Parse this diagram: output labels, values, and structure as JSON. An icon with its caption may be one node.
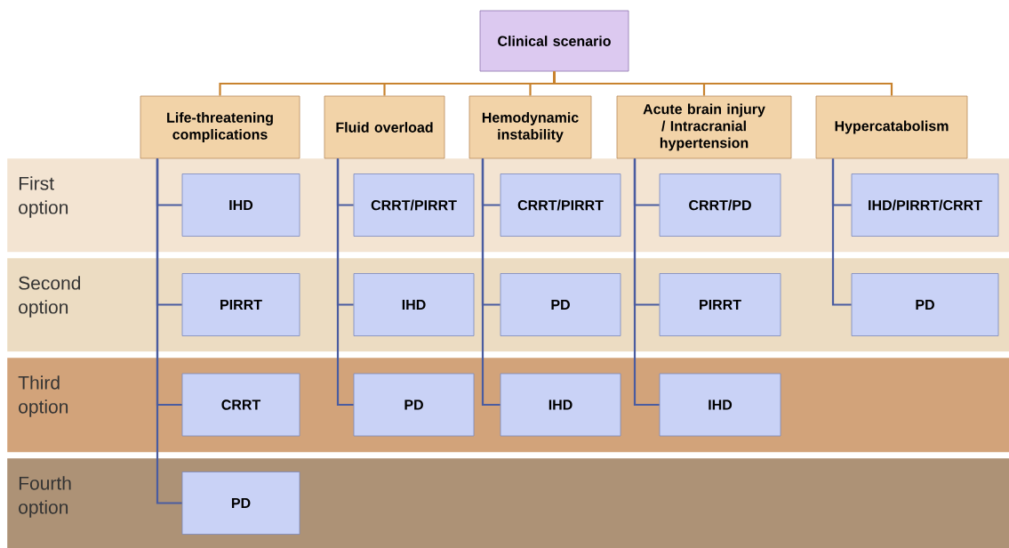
{
  "diagram": {
    "nodes": [
      {
        "text": [
          "Clinical scenario"
        ]
      },
      {
        "text": [
          "Life-threatening complications"
        ]
      },
      {
        "text": [
          "Fluid overload"
        ]
      },
      {
        "text": [
          "Hemodynamic instability"
        ]
      },
      {
        "text": [
          "Acute brain injury / Intracranial hypertension"
        ]
      },
      {
        "text": [
          "Hypercatabolism"
        ]
      },
      {
        "text": [
          "First option"
        ]
      },
      {
        "text": [
          "IHD"
        ],
        "in": 6
      },
      {
        "text": [
          "CRRT/PIRRT"
        ],
        "in": 6
      },
      {
        "text": [
          "CRRT/PIRRT"
        ],
        "in": 6
      },
      {
        "text": [
          "CRRT/PD"
        ],
        "in": 6
      },
      {
        "text": [
          "IHD/PIRRT/CRRT"
        ],
        "in": 6
      },
      {
        "text": [
          "Second option"
        ]
      },
      {
        "text": [
          "PIRRT"
        ],
        "in": 12
      },
      {
        "text": [
          "IHD"
        ],
        "in": 12
      },
      {
        "text": [
          "PD"
        ],
        "in": 12
      },
      {
        "text": [
          "PIRRT"
        ],
        "in": 12
      },
      {
        "text": [
          "PD"
        ],
        "in": 12
      },
      {
        "text": [
          "Third option"
        ]
      },
      {
        "text": [
          "CRRT"
        ],
        "in": 18
      },
      {
        "text": [
          "PD"
        ],
        "in": 18
      },
      {
        "text": [
          "IHD"
        ],
        "in": 18
      },
      {
        "text": [
          "IHD"
        ],
        "in": 18
      },
      {
        "text": [
          "Fourth option"
        ]
      },
      {
        "text": [
          "PD"
        ],
        "in": 23
      }
    ],
    "edges": [
      {
        "from": 0,
        "to": 1,
        "arrow": "none",
        "color": "#c8832f"
      },
      {
        "from": 0,
        "to": 2,
        "arrow": "none",
        "color": "#c8832f"
      },
      {
        "from": 0,
        "to": 3,
        "arrow": "none",
        "color": "#c8832f"
      },
      {
        "from": 0,
        "to": 4,
        "arrow": "none",
        "color": "#c8832f"
      },
      {
        "from": 0,
        "to": 5,
        "arrow": "none",
        "color": "#c8832f"
      },
      {
        "from": 1,
        "to": 7,
        "arrow": "none",
        "color": "#4a5ca0"
      },
      {
        "from": 1,
        "to": 13,
        "arrow": "none",
        "color": "#4a5ca0"
      },
      {
        "from": 1,
        "to": 19,
        "arrow": "none",
        "color": "#4a5ca0"
      },
      {
        "from": 1,
        "to": 24,
        "arrow": "none",
        "color": "#4a5ca0"
      },
      {
        "from": 2,
        "to": 8,
        "arrow": "none",
        "color": "#4a5ca0"
      },
      {
        "from": 2,
        "to": 14,
        "arrow": "none",
        "color": "#4a5ca0"
      },
      {
        "from": 2,
        "to": 20,
        "arrow": "none",
        "color": "#4a5ca0"
      },
      {
        "from": 3,
        "to": 9,
        "arrow": "none",
        "color": "#4a5ca0"
      },
      {
        "from": 3,
        "to": 15,
        "arrow": "none",
        "color": "#4a5ca0"
      },
      {
        "from": 3,
        "to": 21,
        "arrow": "none",
        "color": "#4a5ca0"
      },
      {
        "from": 4,
        "to": 10,
        "arrow": "none",
        "color": "#4a5ca0"
      },
      {
        "from": 4,
        "to": 16,
        "arrow": "none",
        "color": "#4a5ca0"
      },
      {
        "from": 4,
        "to": 22,
        "arrow": "none",
        "color": "#4a5ca0"
      },
      {
        "from": 5,
        "to": 11,
        "arrow": "none",
        "color": "#4a5ca0"
      },
      {
        "from": 5,
        "to": 17,
        "arrow": "none",
        "color": "#4a5ca0"
      }
    ]
  }
}
